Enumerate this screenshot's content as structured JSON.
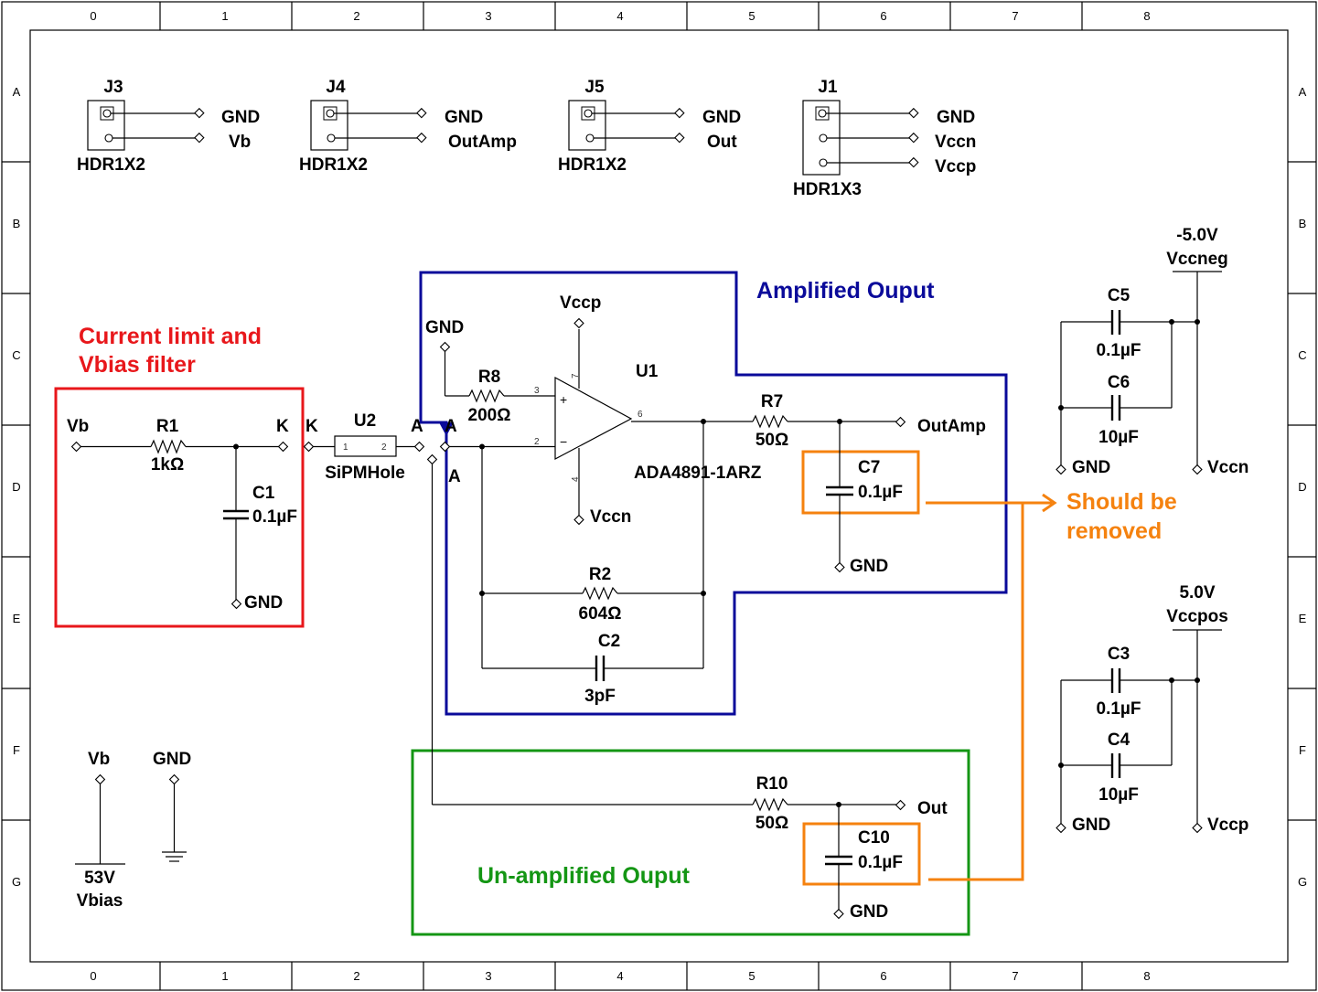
{
  "colors": {
    "red": "#e8171b",
    "blue": "#0a0a9a",
    "green": "#149614",
    "orange": "#f5820f"
  },
  "frame": {
    "columns": [
      "0",
      "1",
      "2",
      "3",
      "4",
      "5",
      "6",
      "7",
      "8"
    ],
    "rows": [
      "A",
      "B",
      "C",
      "D",
      "E",
      "F",
      "G"
    ]
  },
  "connectors": [
    {
      "ref": "J3",
      "model": "HDR1X2",
      "pins": [
        "GND",
        "Vb"
      ]
    },
    {
      "ref": "J4",
      "model": "HDR1X2",
      "pins": [
        "GND",
        "OutAmp"
      ]
    },
    {
      "ref": "J5",
      "model": "HDR1X2",
      "pins": [
        "GND",
        "Out"
      ]
    },
    {
      "ref": "J1",
      "model": "HDR1X3",
      "pins": [
        "GND",
        "Vccn",
        "Vccp"
      ]
    }
  ],
  "annotations": {
    "current_limit": [
      "Current limit and",
      "Vbias filter"
    ],
    "amplified": "Amplified Ouput",
    "unamplified": "Un-amplified Ouput",
    "should_remove": [
      "Should be",
      "removed"
    ]
  },
  "parts": {
    "r1": {
      "ref": "R1",
      "value": "1kΩ"
    },
    "c1": {
      "ref": "C1",
      "value": "0.1µF"
    },
    "u2": {
      "ref": "U2",
      "value": "SiPMHole",
      "pin1": "1",
      "pin2": "2"
    },
    "r8": {
      "ref": "R8",
      "value": "200Ω"
    },
    "u1": {
      "ref": "U1",
      "value": "ADA4891-1ARZ",
      "pins": [
        "3",
        "2",
        "6",
        "7",
        "4"
      ],
      "plus": "+",
      "minus": "−"
    },
    "r7": {
      "ref": "R7",
      "value": "50Ω"
    },
    "c7": {
      "ref": "C7",
      "value": "0.1µF"
    },
    "r2": {
      "ref": "R2",
      "value": "604Ω"
    },
    "c2": {
      "ref": "C2",
      "value": "3pF"
    },
    "r10": {
      "ref": "R10",
      "value": "50Ω"
    },
    "c10": {
      "ref": "C10",
      "value": "0.1µF"
    },
    "c5": {
      "ref": "C5",
      "value": "0.1µF"
    },
    "c6": {
      "ref": "C6",
      "value": "10µF"
    },
    "c3": {
      "ref": "C3",
      "value": "0.1µF"
    },
    "c4": {
      "ref": "C4",
      "value": "10µF"
    }
  },
  "nets": {
    "vb": "Vb",
    "gnd": "GND",
    "k": "K",
    "a": "A",
    "vccp": "Vccp",
    "vccn": "Vccn",
    "outamp": "OutAmp",
    "out": "Out"
  },
  "supplies": {
    "vbias": {
      "value": "53V",
      "name": "Vbias"
    },
    "vccneg": {
      "value": "-5.0V",
      "name": "Vccneg"
    },
    "vccpos": {
      "value": "5.0V",
      "name": "Vccpos"
    }
  }
}
